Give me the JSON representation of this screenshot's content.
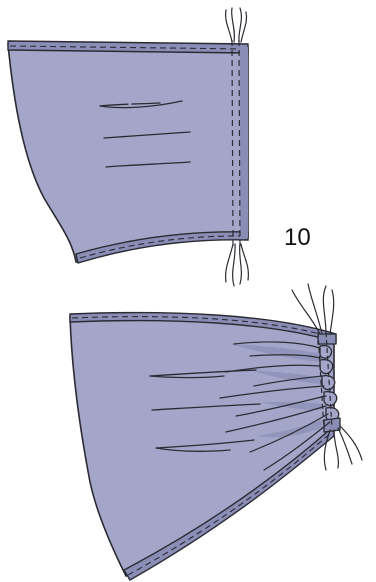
{
  "step_number": "10",
  "colors": {
    "fabric": "#a3a6c8",
    "fabric_edge": "#6e72a0",
    "outline": "#2b2b33",
    "gather_shadow": "#8a8db6",
    "background": "#ffffff"
  },
  "panels": [
    {
      "id": "sleeve-before-gathering",
      "state": "flat"
    },
    {
      "id": "sleeve-after-gathering",
      "state": "gathered"
    }
  ]
}
